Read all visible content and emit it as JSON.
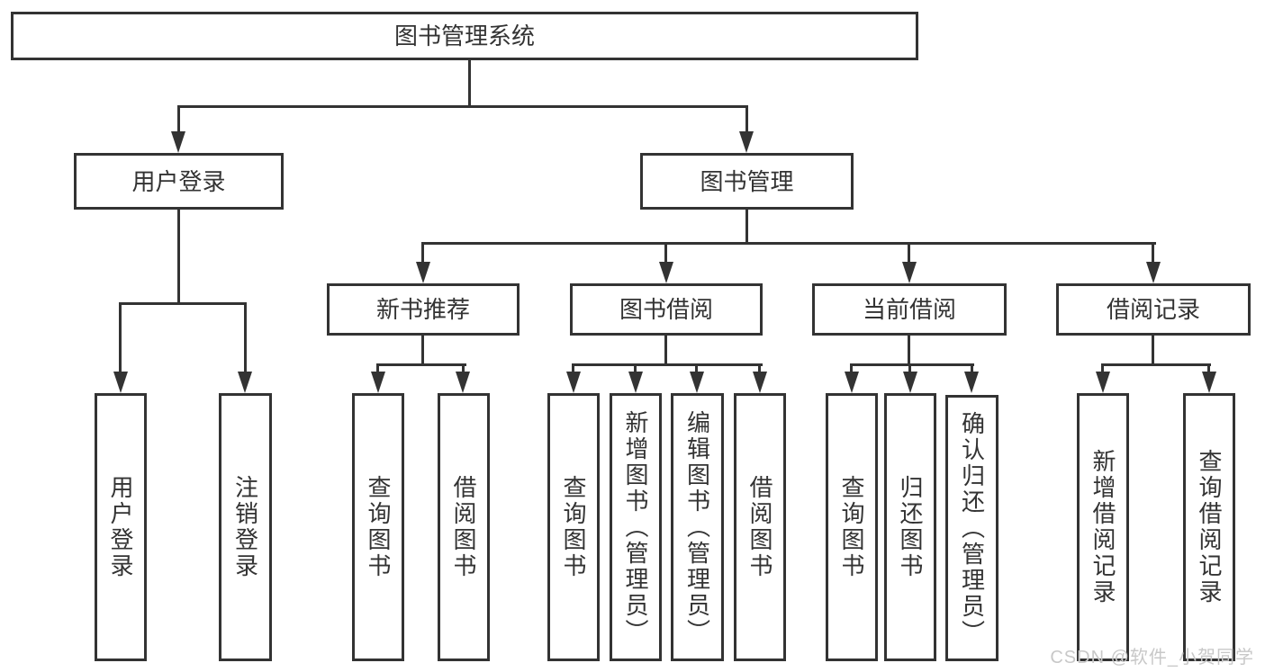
{
  "diagram": {
    "root": {
      "label": "图书管理系统"
    },
    "branches": [
      {
        "label": "用户登录",
        "leaves": [
          {
            "label": "用户登录"
          },
          {
            "label": "注销登录"
          }
        ]
      },
      {
        "label": "图书管理",
        "children": [
          {
            "label": "新书推荐",
            "leaves": [
              {
                "label": "查询图书"
              },
              {
                "label": "借阅图书"
              }
            ]
          },
          {
            "label": "图书借阅",
            "leaves": [
              {
                "label": "查询图书"
              },
              {
                "label": "新增图书（管理员）"
              },
              {
                "label": "编辑图书（管理员）"
              },
              {
                "label": "借阅图书"
              }
            ]
          },
          {
            "label": "当前借阅",
            "leaves": [
              {
                "label": "查询图书"
              },
              {
                "label": "归还图书"
              },
              {
                "label": "确认归还（管理员）"
              }
            ]
          },
          {
            "label": "借阅记录",
            "leaves": [
              {
                "label": "新增借阅记录"
              },
              {
                "label": "查询借阅记录"
              }
            ]
          }
        ]
      }
    ],
    "watermark": {
      "text": "CSDN @软件_小贺同学"
    },
    "colors": {
      "line": "#333333",
      "text": "#333333",
      "bg": "#ffffff",
      "watermark": "#c8c8c8"
    }
  }
}
